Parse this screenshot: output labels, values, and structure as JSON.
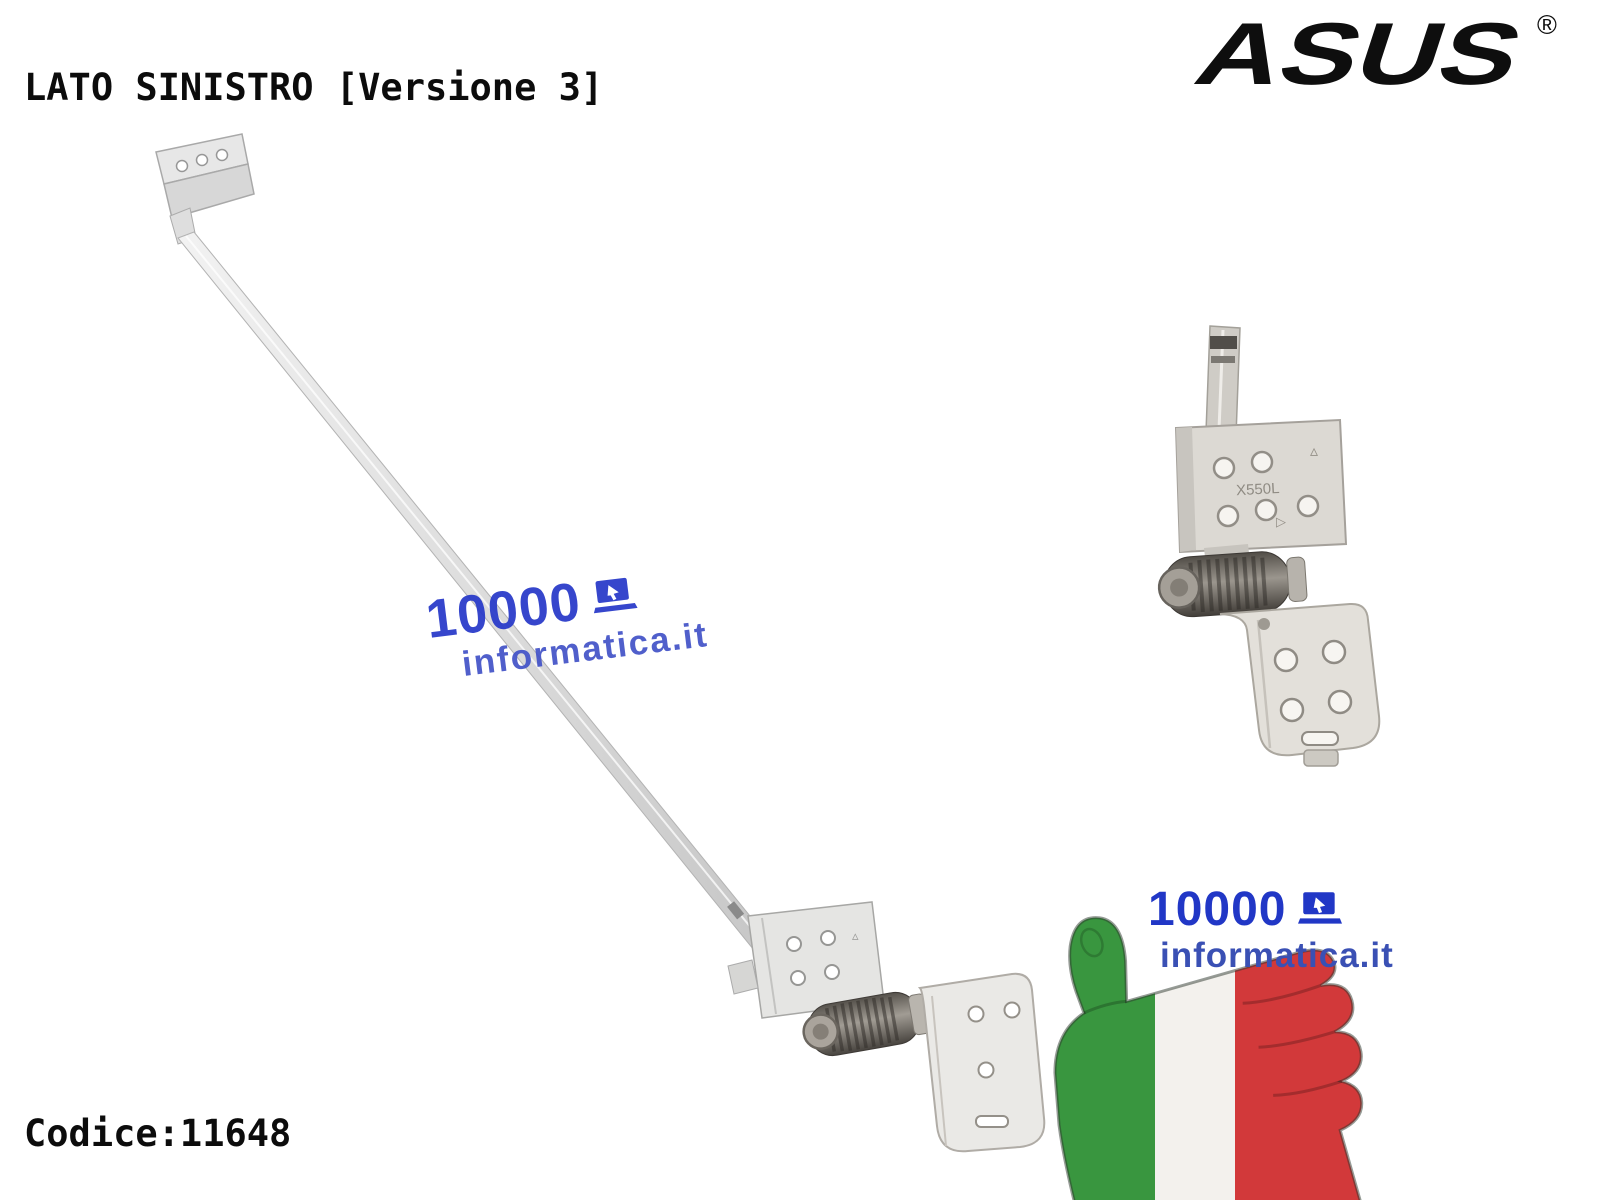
{
  "image": {
    "background": "#ffffff"
  },
  "header": {
    "title": "LATO SINISTRO [Versione 3]",
    "brand": "ASUS",
    "registered_mark": "®"
  },
  "footer": {
    "code": "Codice:11648"
  },
  "watermark": {
    "number": "10000",
    "domain": "informatica.it",
    "number_color": "#2739c9",
    "domain_color": "#4353c8"
  },
  "badge": {
    "number": "10000",
    "domain": "informatica.it",
    "number_color": "#2137c6",
    "domain_color": "#3a50b4"
  },
  "product": {
    "part_marking": "X550L",
    "triangle_mark": "▵",
    "arrow_mark": "▷"
  },
  "flag": {
    "green": "#39963f",
    "white": "#f3f1ed",
    "red": "#d2393a"
  },
  "icons": {
    "laptop": "laptop-icon"
  }
}
